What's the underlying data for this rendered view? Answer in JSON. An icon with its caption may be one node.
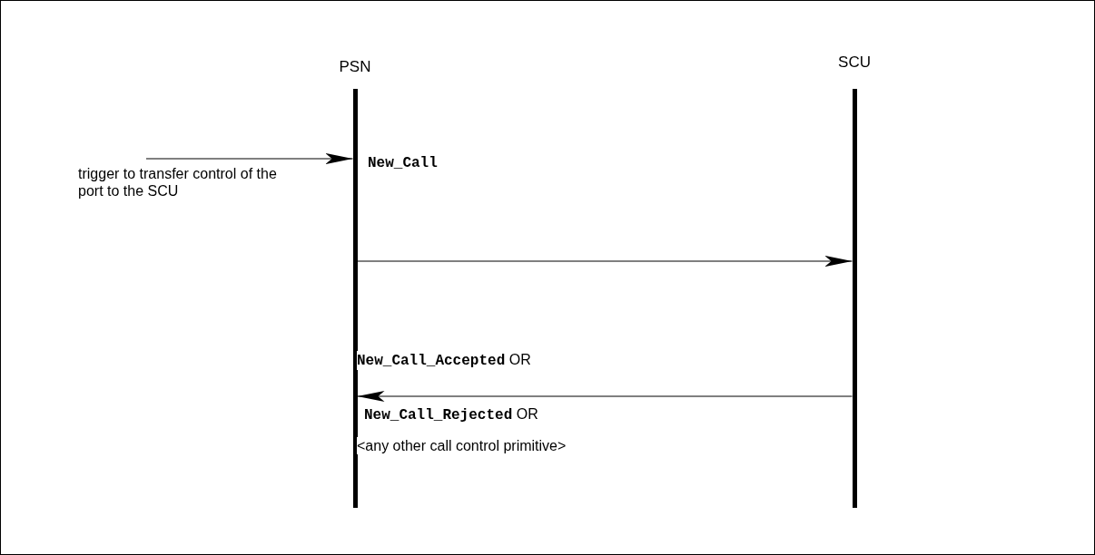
{
  "diagram": {
    "nodes": [
      {
        "text": [
          "PSN"
        ]
      },
      {
        "text": [
          "SCU"
        ]
      }
    ],
    "edges": [
      {
        "from": null,
        "to": 0,
        "arrow": "to",
        "label": "trigger to transfer control of the port to the SCU"
      },
      {
        "from": 0,
        "to": 1,
        "arrow": "to"
      },
      {
        "from": 1,
        "to": 0,
        "arrow": "to"
      }
    ],
    "labels": [
      "New_Call",
      "**New_Call_Accepted** OR",
      "**New_Call_Rejected** OR",
      "<any other call control primitive>"
    ]
  }
}
